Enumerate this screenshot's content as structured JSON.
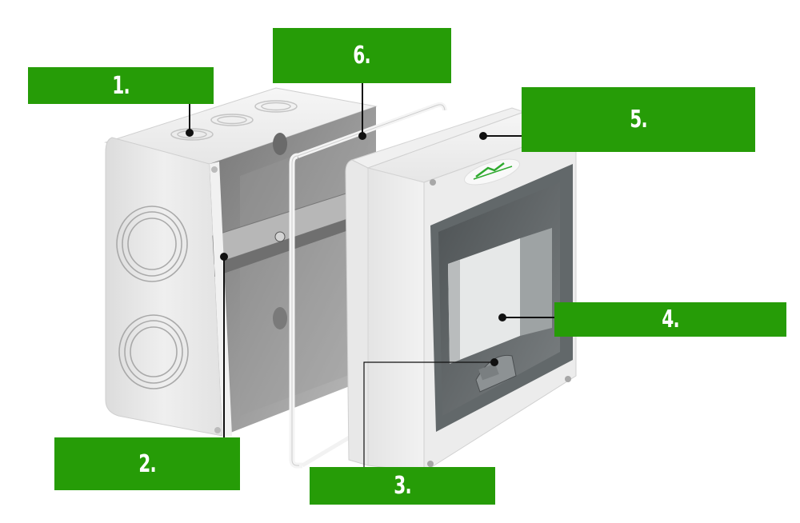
{
  "diagram": {
    "title": "Exploded view of surface-mounted distribution box",
    "colors": {
      "label_background": "#269c07",
      "label_text": "#ffffff",
      "leader_line": "#111111",
      "housing": "#e9e9e9",
      "interior": "#8a8a8a",
      "smoked_cover": "#5c6163"
    },
    "labels": [
      {
        "id": "1",
        "text": "1.",
        "points_to": "cable knockouts on top of base housing"
      },
      {
        "id": "2",
        "text": "2.",
        "points_to": "DIN mounting rail inside base"
      },
      {
        "id": "3",
        "text": "3.",
        "points_to": "door latch of front window"
      },
      {
        "id": "4",
        "text": "4.",
        "points_to": "transparent smoked door window"
      },
      {
        "id": "5",
        "text": "5.",
        "points_to": "front frame cover"
      },
      {
        "id": "6",
        "text": "6.",
        "points_to": "sealing gasket"
      }
    ],
    "parts": [
      {
        "name": "base-housing"
      },
      {
        "name": "sealing-gasket"
      },
      {
        "name": "front-cover"
      },
      {
        "name": "brand-logo"
      }
    ]
  }
}
